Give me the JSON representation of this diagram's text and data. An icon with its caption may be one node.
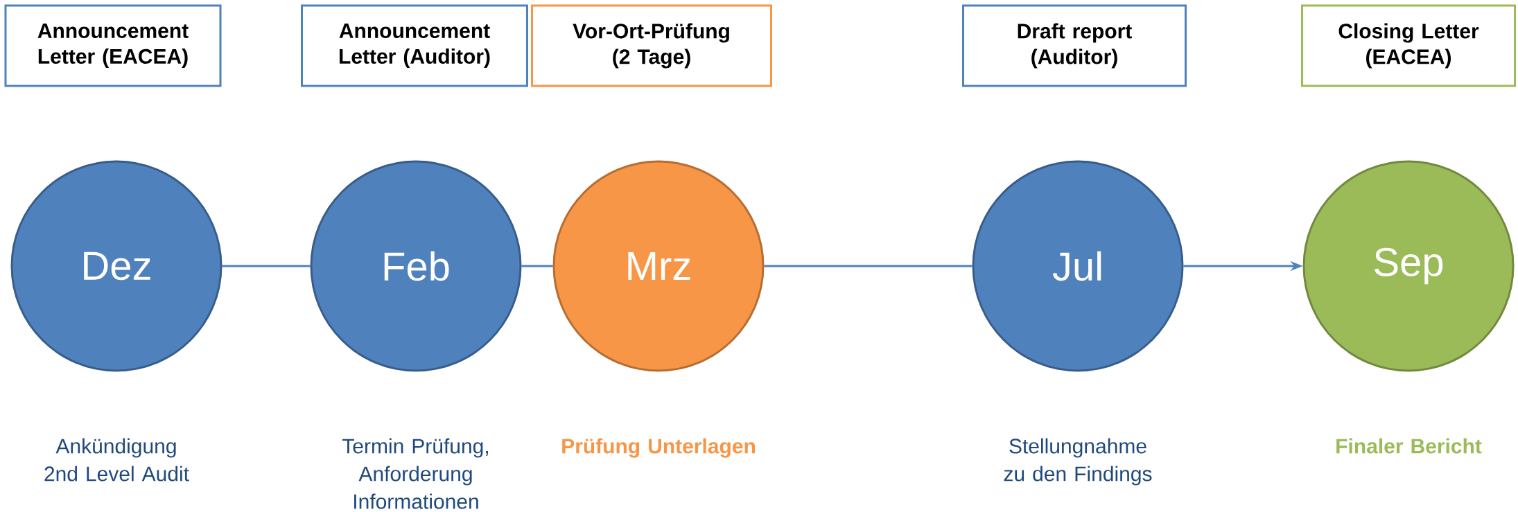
{
  "diagram": {
    "nodes": [
      {
        "text": [
          "Announcement Letter (EACEA)"
        ]
      },
      {
        "text": [
          "Announcement Letter (Auditor)"
        ]
      },
      {
        "text": [
          "Vor-Ort-Prüfung (2 Tage)"
        ]
      },
      {
        "text": [
          "Draft report (Auditor)"
        ]
      },
      {
        "text": [
          "Closing Letter (EACEA)"
        ]
      },
      {
        "text": [
          "Dez"
        ],
        "beside": [
          "Ankündigung 2nd Level Audit"
        ]
      },
      {
        "text": [
          "Feb"
        ],
        "beside": [
          "Termin Prüfung, Anforderung Informationen"
        ]
      },
      {
        "text": [
          "Mrz"
        ],
        "beside": [
          "Prüfung Unterlagen"
        ]
      },
      {
        "text": [
          "Jul"
        ],
        "beside": [
          "Stellungnahme zu den Findings"
        ]
      },
      {
        "text": [
          "Sep"
        ],
        "beside": [
          "Finaler Bericht"
        ]
      }
    ],
    "edges": [
      {
        "from": 5,
        "to": 6,
        "arrow": "none"
      },
      {
        "from": 6,
        "to": 7,
        "arrow": "none"
      },
      {
        "from": 7,
        "to": 8,
        "arrow": "none"
      },
      {
        "from": 8,
        "to": 9,
        "arrow": "to"
      }
    ]
  }
}
